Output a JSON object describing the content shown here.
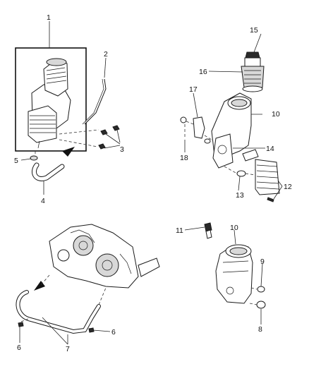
{
  "diagram": {
    "callouts": [
      {
        "id": "c1",
        "text": "1"
      },
      {
        "id": "c2",
        "text": "2"
      },
      {
        "id": "c3",
        "text": "3"
      },
      {
        "id": "c4",
        "text": "4"
      },
      {
        "id": "c5",
        "text": "5"
      },
      {
        "id": "c6a",
        "text": "6"
      },
      {
        "id": "c6b",
        "text": "6"
      },
      {
        "id": "c7",
        "text": "7"
      },
      {
        "id": "c8",
        "text": "8"
      },
      {
        "id": "c9",
        "text": "9"
      },
      {
        "id": "c10a",
        "text": "10"
      },
      {
        "id": "c10b",
        "text": "10"
      },
      {
        "id": "c11",
        "text": "11"
      },
      {
        "id": "c12",
        "text": "12"
      },
      {
        "id": "c13",
        "text": "13"
      },
      {
        "id": "c14",
        "text": "14"
      },
      {
        "id": "c15",
        "text": "15"
      },
      {
        "id": "c16",
        "text": "16"
      },
      {
        "id": "c17",
        "text": "17"
      },
      {
        "id": "c18",
        "text": "18"
      }
    ]
  }
}
